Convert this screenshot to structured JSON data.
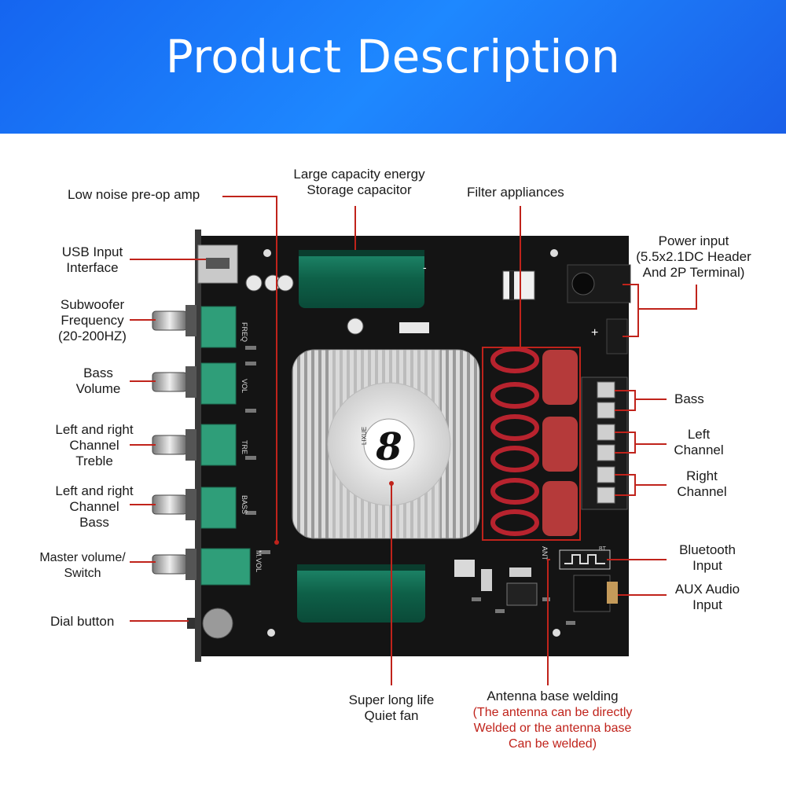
{
  "header": {
    "title": "Product Description"
  },
  "labels": {
    "low_noise": "Low noise pre-op amp",
    "capacitor": [
      "Large capacity energy",
      "Storage capacitor"
    ],
    "filter": "Filter appliances",
    "usb": [
      "USB Input",
      "Interface"
    ],
    "subwoofer": [
      "Subwoofer",
      "Frequency",
      "(20-200HZ)"
    ],
    "bass_volume": [
      "Bass",
      "Volume"
    ],
    "treble": [
      "Left and right",
      "Channel",
      "Treble"
    ],
    "channel_bass": [
      "Left and right",
      "Channel",
      "Bass"
    ],
    "master": [
      "Master volume/",
      "Switch"
    ],
    "dial": "Dial button",
    "power": [
      "Power input",
      "(5.5x2.1DC Header",
      "And 2P Terminal)"
    ],
    "bass_out": "Bass",
    "left_channel": [
      "Left",
      "Channel"
    ],
    "right_channel": [
      "Right",
      "Channel"
    ],
    "bluetooth": [
      "Bluetooth",
      "Input"
    ],
    "aux": [
      "AUX Audio",
      "Input"
    ],
    "fan": [
      "Super long life",
      "Quiet fan"
    ],
    "antenna": "Antenna base welding",
    "antenna_note": [
      "(The antenna can be directly",
      "Welded or the antenna base",
      "Can be welded)"
    ]
  },
  "board": {
    "pot_labels": [
      "FREQ",
      "VOL",
      "TRE",
      "BASS",
      "M.VOL"
    ],
    "fan_logo": "8",
    "fan_brand": "LIXUE",
    "bt_label": "BT",
    "ant_label": "ANT",
    "plus": "+",
    "minus": "-"
  },
  "colors": {
    "banner": "#1e7bff",
    "leader": "#c0231b",
    "board": "#151515",
    "capacitor": "#0f6b52",
    "inductor": "#b8232e",
    "film_cap": "#b53a3a"
  }
}
